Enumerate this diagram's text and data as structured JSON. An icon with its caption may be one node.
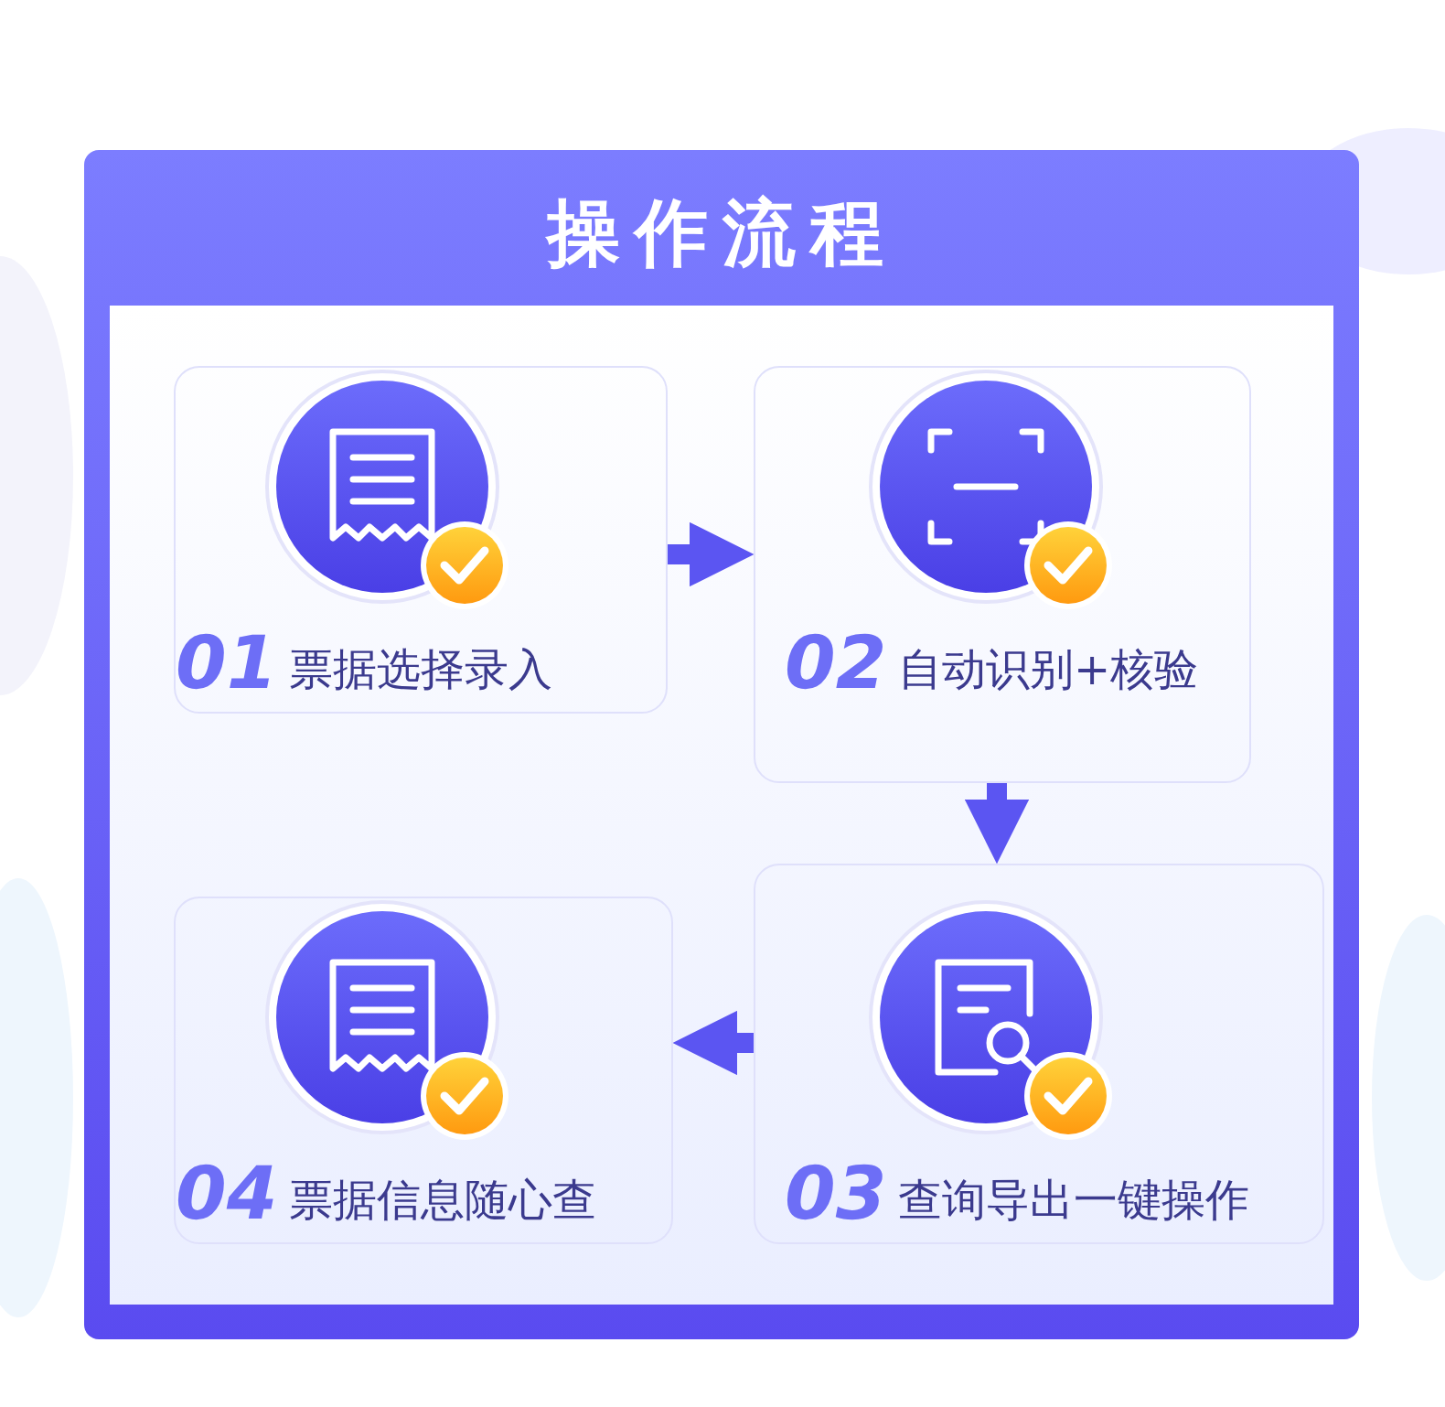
{
  "diagram": {
    "title": "操作流程",
    "nodes": [
      {
        "text": [
          "01",
          "票据选择录入"
        ]
      },
      {
        "text": [
          "02",
          "自动识别+核验"
        ]
      },
      {
        "text": [
          "03",
          "查询导出一键操作"
        ]
      },
      {
        "text": [
          "04",
          "票据信息随心查"
        ]
      }
    ],
    "edges": [
      {
        "from": 0,
        "to": 1,
        "arrow": "to"
      },
      {
        "from": 1,
        "to": 2,
        "arrow": "to"
      },
      {
        "from": 2,
        "to": 3,
        "arrow": "to"
      }
    ]
  }
}
